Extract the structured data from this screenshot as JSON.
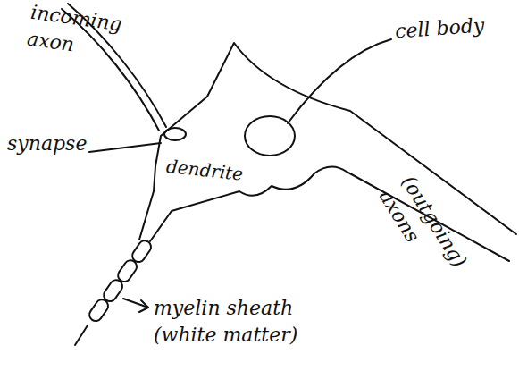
{
  "diagram": {
    "labels": [
      "incoming axon",
      "cell body",
      "synapse",
      "dendrite",
      "(outgoing) axons",
      "myelin sheath (white matter)"
    ]
  }
}
